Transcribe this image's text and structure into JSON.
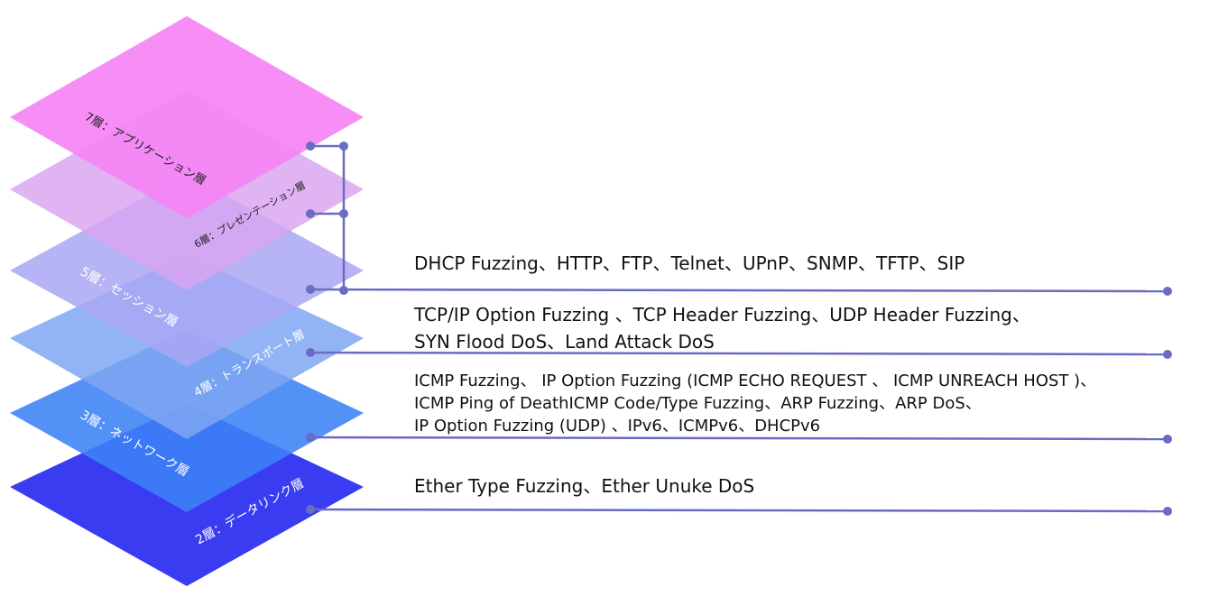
{
  "colors": {
    "connector": "#6a6bc4",
    "layer7": "#f584f5",
    "layer6": "#d9a3f0",
    "layer5": "#a9a7f2",
    "layer4": "#7fa6f2",
    "layer3": "#3c82f6",
    "layer2": "#3a3cf2"
  },
  "layers": {
    "l7": "7層：アプリケーション層",
    "l6": "6層：プレゼンテーション層",
    "l5": "5層：セッション層",
    "l4": "4層：トランスポート層",
    "l3": "3層：ネットワーク層",
    "l2": "2層：データリンク層"
  },
  "descriptions": {
    "application": [
      "DHCP Fuzzing、HTTP、FTP、Telnet、UPnP、SNMP、TFTP、SIP"
    ],
    "transport": [
      "TCP/IP Option Fuzzing 、TCP Header Fuzzing、UDP Header Fuzzing、",
      "SYN Flood DoS、Land Attack DoS"
    ],
    "network": [
      "ICMP Fuzzing、 IP Option Fuzzing (ICMP ECHO REQUEST 、 ICMP UNREACH HOST )、",
      "ICMP Ping of DeathICMP Code/Type Fuzzing、ARP Fuzzing、ARP DoS、",
      "IP Option Fuzzing (UDP) 、IPv6、ICMPv6、DHCPv6"
    ],
    "datalink": [
      "Ether Type Fuzzing、Ether Unuke DoS"
    ]
  }
}
